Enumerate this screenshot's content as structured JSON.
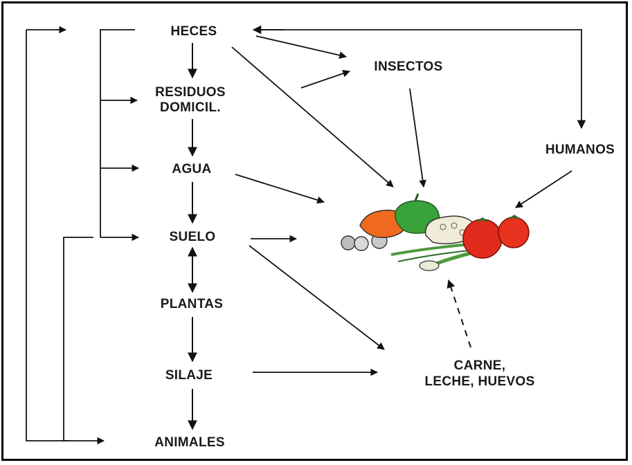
{
  "nodes": {
    "heces": "HECES",
    "residuos_1": "RESIDUOS",
    "residuos_2": "DOMICIL.",
    "agua": "AGUA",
    "suelo": "SUELO",
    "plantas": "PLANTAS",
    "silaje": "SILAJE",
    "animales": "ANIMALES",
    "insectos": "INSECTOS",
    "humanos": "HUMANOS",
    "productos_1": "CARNE,",
    "productos_2": "LECHE, HUEVOS"
  },
  "central_image": "vegetables-illustration",
  "colors": {
    "ink": "#111111",
    "tomato": "#e02b1c",
    "pepper_orange": "#ef6a1e",
    "pepper_green": "#3aa23a",
    "cauliflower": "#f1ecd8",
    "onion_green": "#4c9a3c"
  }
}
